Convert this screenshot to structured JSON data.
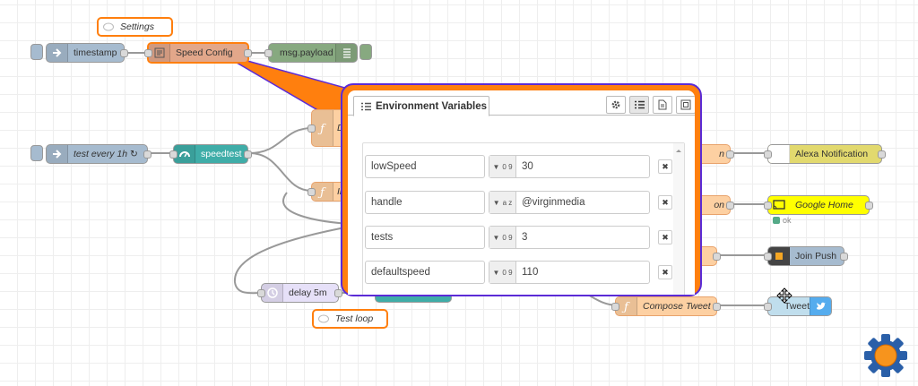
{
  "comments": {
    "settings": "Settings",
    "test_loop": "Test loop"
  },
  "nodes": {
    "timestamp": "timestamp",
    "speed_config": "Speed Config",
    "msg_payload": "msg.payload",
    "test_every": "test every 1h ↻",
    "speedtest": "speedtest",
    "func_d": "D",
    "func_in": "In",
    "delay": "delay 5m",
    "compose_tweet": "Compose Tweet",
    "alexa": "Alexa Notification",
    "google_home": "Google Home",
    "join_push": "Join Push",
    "tweet": "Tweet",
    "partial_n1": "n",
    "partial_n2": "on"
  },
  "status": {
    "google_home": "ok"
  },
  "dialog": {
    "tab_title": "Environment Variables",
    "env_vars": [
      {
        "name": "lowSpeed",
        "type": "number",
        "type_glyph": "0 9",
        "value": "30"
      },
      {
        "name": "handle",
        "type": "string",
        "type_glyph": "a z",
        "value": "@virginmedia"
      },
      {
        "name": "tests",
        "type": "number",
        "type_glyph": "0 9",
        "value": "3"
      },
      {
        "name": "defaultspeed",
        "type": "number",
        "type_glyph": "0 9",
        "value": "110"
      }
    ],
    "delete_glyph": "✖"
  },
  "colors": {
    "selected_border": "#ff7f0e",
    "inject": "#a6bbcf",
    "change": "#e2d96e",
    "function": "#fdd0a2",
    "debug": "#87a980",
    "speedtest": "#3fada8",
    "google_home": "#ffff00",
    "twitter": "#c0deed",
    "delay": "#e6e0f8",
    "dialog_outline": "#5b2bd6",
    "dialog_frame": "#ff7f0e"
  }
}
